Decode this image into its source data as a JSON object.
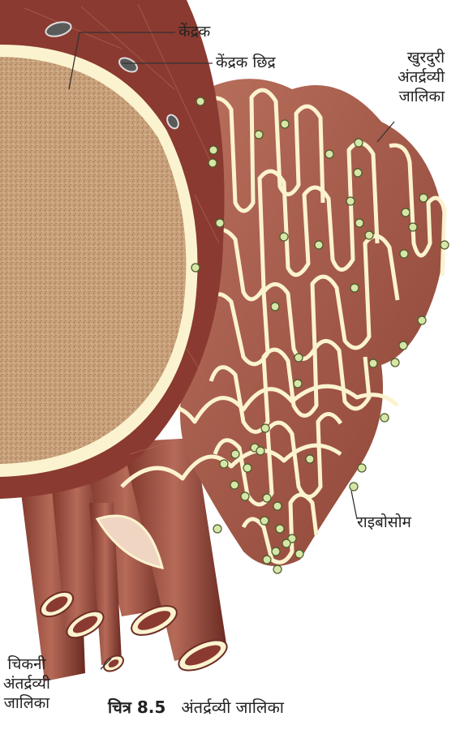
{
  "labels": {
    "nucleus": "केंद्रक",
    "nuclear_pore": "केंद्रक छिद्र",
    "rough_er": [
      "खुरदुरी",
      "अंतर्द्रव्यी",
      "जालिका"
    ],
    "ribosome": "राइबोसोम",
    "smooth_er": [
      "चिकनी",
      "अंतर्द्रव्यी",
      "जालिका"
    ]
  },
  "caption": {
    "figure_label": "चित्र 8.5",
    "title": "अंतर्द्रव्यी जालिका"
  },
  "colors": {
    "membrane": "#a8584a",
    "membrane_dark": "#6e2e26",
    "lumen": "#f0d6c2",
    "membrane_edge": "#fbf3cf",
    "nucleoplasm": "#c8a07a",
    "nuclear_envelope": "#8a3a30",
    "ribosome": "#d6e6a6"
  }
}
